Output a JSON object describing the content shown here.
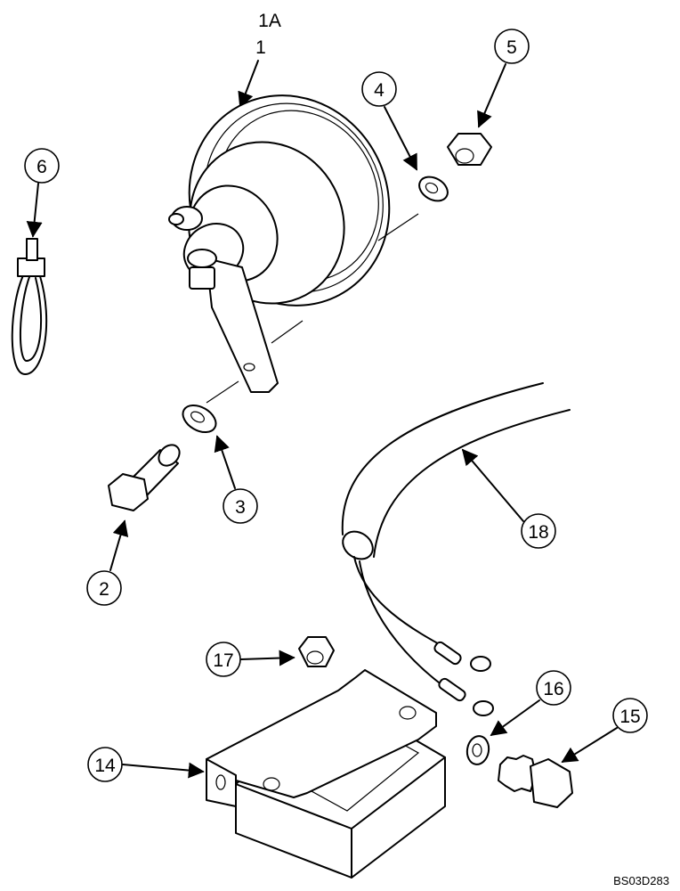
{
  "diagram": {
    "title_lines": [
      "1A",
      "1"
    ],
    "callouts": [
      "2",
      "3",
      "4",
      "5",
      "6",
      "14",
      "15",
      "16",
      "17",
      "18"
    ],
    "reference_code": "BS03D283"
  },
  "parts": [
    "horn-assembly",
    "horn-bolt",
    "horn-washer",
    "lock-washer",
    "horn-nut",
    "cable-tie",
    "relay-box",
    "relay-bolt",
    "relay-washer",
    "relay-nut",
    "horn-wire"
  ]
}
